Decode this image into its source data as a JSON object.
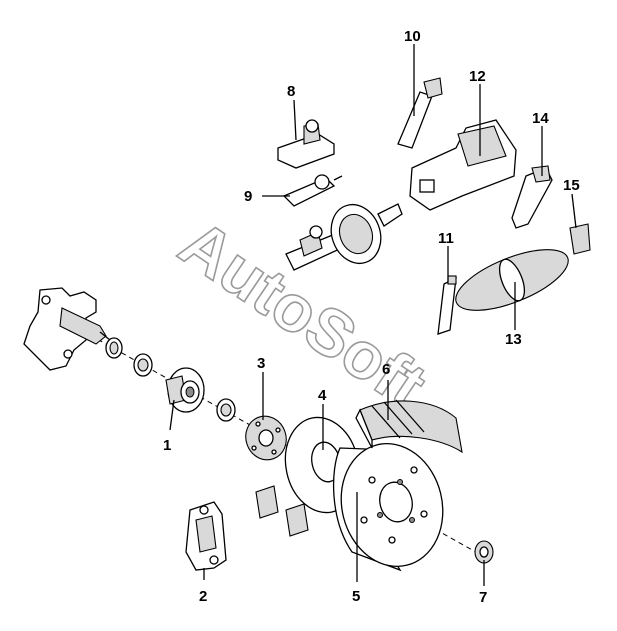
{
  "watermark": "AutoSoft",
  "callouts": [
    "1",
    "2",
    "3",
    "4",
    "5",
    "6",
    "7",
    "8",
    "9",
    "10",
    "11",
    "12",
    "13",
    "14",
    "15"
  ],
  "colors": {
    "line": "#000000",
    "shade": "#d9d9d9",
    "watermark_outline": "#9a9a9a"
  }
}
